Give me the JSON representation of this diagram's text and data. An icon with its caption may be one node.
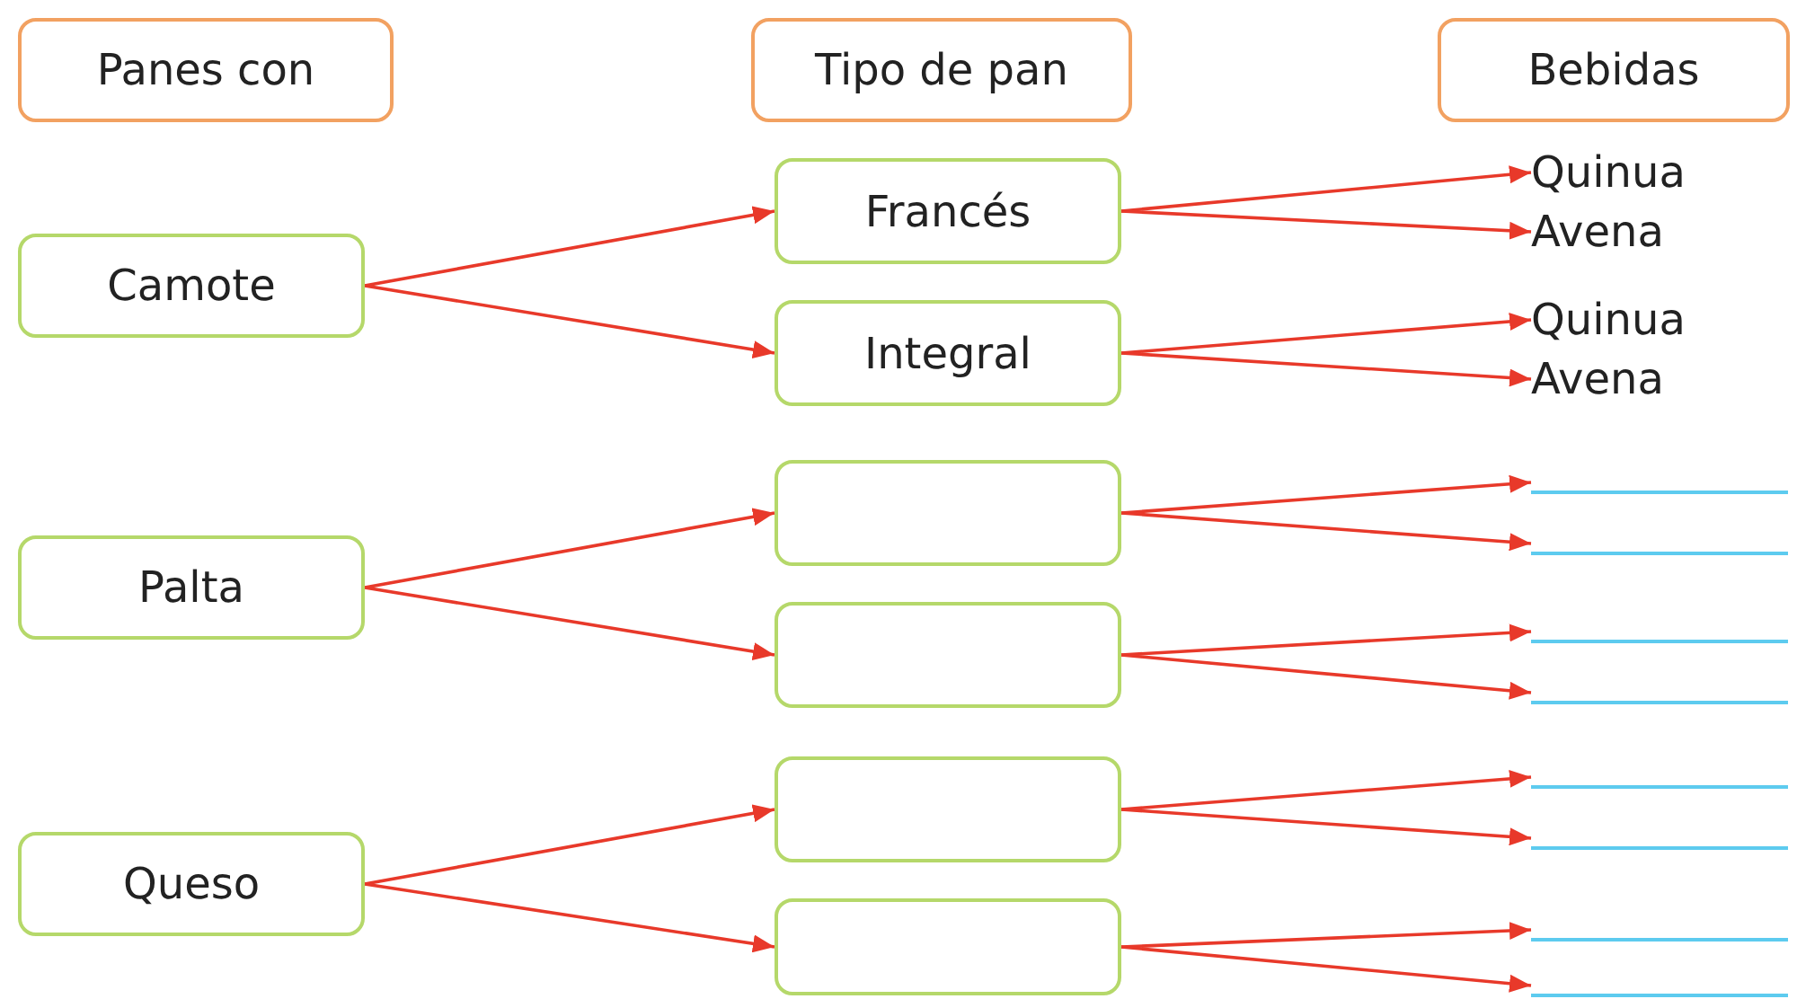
{
  "diagram": {
    "nodes": [
      {
        "text": [
          "Panes con"
        ]
      },
      {
        "text": [
          "Tipo de pan"
        ]
      },
      {
        "text": [
          "Bebidas"
        ]
      },
      {
        "text": [
          "Camote"
        ]
      },
      {
        "text": [
          "Palta"
        ]
      },
      {
        "text": [
          "Queso"
        ]
      },
      {
        "text": [
          "Francés"
        ]
      },
      {
        "text": [
          "Integral"
        ]
      },
      {
        "text": [],
        "shape": "box"
      },
      {
        "text": [],
        "shape": "box"
      },
      {
        "text": [],
        "shape": "box"
      },
      {
        "text": [],
        "shape": "box"
      },
      {
        "text": [
          "Quinua"
        ]
      },
      {
        "text": [
          "Avena"
        ]
      },
      {
        "text": [
          "Quinua"
        ]
      },
      {
        "text": [
          "Avena"
        ]
      },
      {
        "text": [],
        "shape": "line"
      },
      {
        "text": [],
        "shape": "line"
      },
      {
        "text": [],
        "shape": "line"
      },
      {
        "text": [],
        "shape": "line"
      },
      {
        "text": [],
        "shape": "line"
      },
      {
        "text": [],
        "shape": "line"
      },
      {
        "text": [],
        "shape": "line"
      },
      {
        "text": [],
        "shape": "line"
      }
    ],
    "edges": [
      {
        "from": 3,
        "to": 6,
        "arrow": "to"
      },
      {
        "from": 3,
        "to": 7,
        "arrow": "to"
      },
      {
        "from": 4,
        "to": 8,
        "arrow": "to"
      },
      {
        "from": 4,
        "to": 9,
        "arrow": "to"
      },
      {
        "from": 5,
        "to": 10,
        "arrow": "to"
      },
      {
        "from": 5,
        "to": 11,
        "arrow": "to"
      },
      {
        "from": 6,
        "to": 12,
        "arrow": "to"
      },
      {
        "from": 6,
        "to": 13,
        "arrow": "to"
      },
      {
        "from": 7,
        "to": 14,
        "arrow": "to"
      },
      {
        "from": 7,
        "to": 15,
        "arrow": "to"
      },
      {
        "from": 8,
        "to": 16,
        "arrow": "to"
      },
      {
        "from": 8,
        "to": 17,
        "arrow": "to"
      },
      {
        "from": 9,
        "to": 18,
        "arrow": "to"
      },
      {
        "from": 9,
        "to": 19,
        "arrow": "to"
      },
      {
        "from": 10,
        "to": 20,
        "arrow": "to"
      },
      {
        "from": 10,
        "to": 21,
        "arrow": "to"
      },
      {
        "from": 11,
        "to": 22,
        "arrow": "to"
      },
      {
        "from": 11,
        "to": 23,
        "arrow": "to"
      }
    ]
  }
}
